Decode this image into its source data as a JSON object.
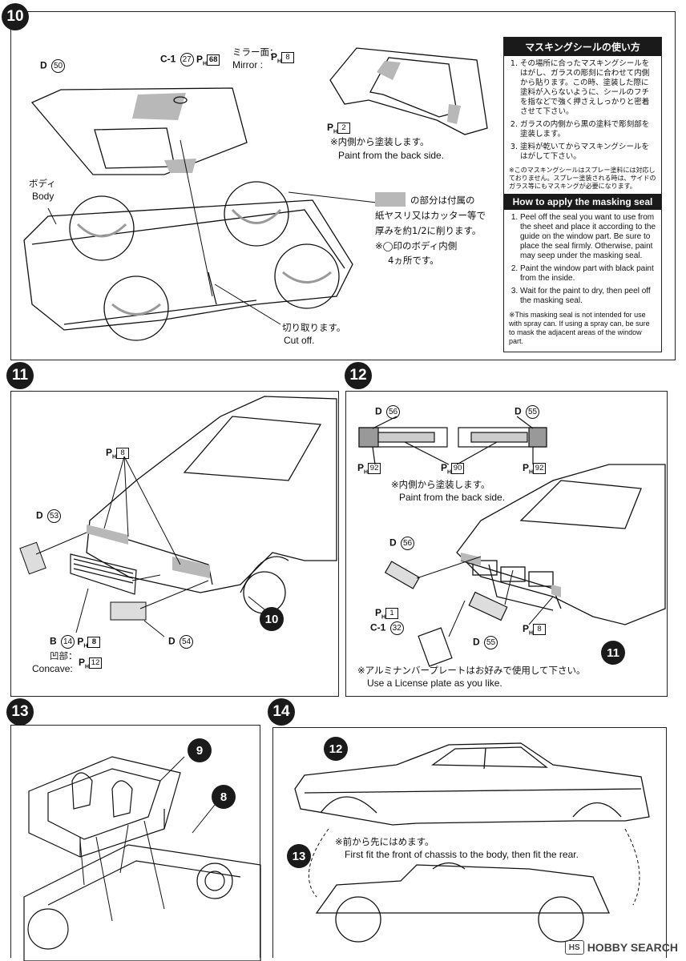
{
  "step10": {
    "number": "10",
    "part_d": "D",
    "part_d_num": "50",
    "part_c": "C-1",
    "part_c_num": "27",
    "part_c_paint": "68",
    "mirror_jp": "ミラー面：",
    "mirror_en": "Mirror :",
    "mirror_paint": "8",
    "body_jp": "ボディ",
    "body_en": "Body",
    "window_paint": "2",
    "backside_jp": "※内側から塗装します。",
    "backside_en": "Paint from the back side.",
    "shave_jp_1": "の部分は付属の",
    "shave_jp_2": "紙ヤスリ又はカッター等で",
    "shave_jp_3": "厚みを約1/2に削ります。",
    "shave_jp_4": "※◯印のボディ内側",
    "shave_jp_5": "4ヵ所です。",
    "cutoff_jp": "切り取ります。",
    "cutoff_en": "Cut off."
  },
  "seal": {
    "title_jp": "マスキングシールの使い方",
    "jp_items": [
      "その場所に合ったマスキングシールをはがし、ガラスの彫刻に合わせて内側から貼ります。この時、塗装した際に塗料が入らないように、シールのフチを指などで強く押さえしっかりと密着させて下さい。",
      "ガラスの内側から黒の塗料で彫刻部を塗装します。",
      "塗料が乾いてからマスキングシールをはがして下さい。"
    ],
    "jp_note": "※このマスキングシールはスプレー塗料には対応しておりません。スプレー塗装される時は、サイドのガラス等にもマスキングが必要になります。",
    "title_en": "How to apply the masking seal",
    "en_items": [
      "Peel off the seal you want to use from the sheet and place it according to the guide on the window part. Be sure to place the seal firmly. Otherwise, paint may seep under the masking seal.",
      "Paint the window part with black paint from the inside.",
      "Wait for the paint to dry, then peel off the masking seal."
    ],
    "en_note": "※This masking seal is not intended for use with spray can. If using a spray can, be sure to mask the adjacent areas of the window part."
  },
  "step11": {
    "number": "11",
    "paint_top": "8",
    "d53": "D",
    "d53_num": "53",
    "b14": "B",
    "b14_num": "14",
    "b14_paint": "8",
    "concave_jp": "凹部：",
    "concave_en": "Concave:",
    "concave_paint": "12",
    "d54": "D",
    "d54_num": "54",
    "callout": "10"
  },
  "step12": {
    "number": "12",
    "d56": "D",
    "d56_num": "56",
    "d55": "D",
    "d55_num": "55",
    "paint_left": "92",
    "paint_mid": "90",
    "paint_right": "92",
    "backside_jp": "※内側から塗装します。",
    "backside_en": "Paint from the back side.",
    "d56b": "D",
    "d56b_num": "56",
    "ph1": "1",
    "c1": "C-1",
    "c1_num": "32",
    "d55b": "D",
    "d55b_num": "55",
    "ph8": "8",
    "callout": "11",
    "license_jp": "※アルミナンバープレートはお好みで使用して下さい。",
    "license_en": "Use a License plate as you like."
  },
  "step13": {
    "number": "13",
    "callout_9": "9",
    "callout_8": "8"
  },
  "step14": {
    "number": "14",
    "callout_12": "12",
    "callout_13": "13",
    "fit_jp": "※前から先にはめます。",
    "fit_en": "First fit the front of chassis to the body, then fit the rear."
  },
  "watermark": {
    "text": "HOBBY SEARCH",
    "logo": "HS"
  }
}
